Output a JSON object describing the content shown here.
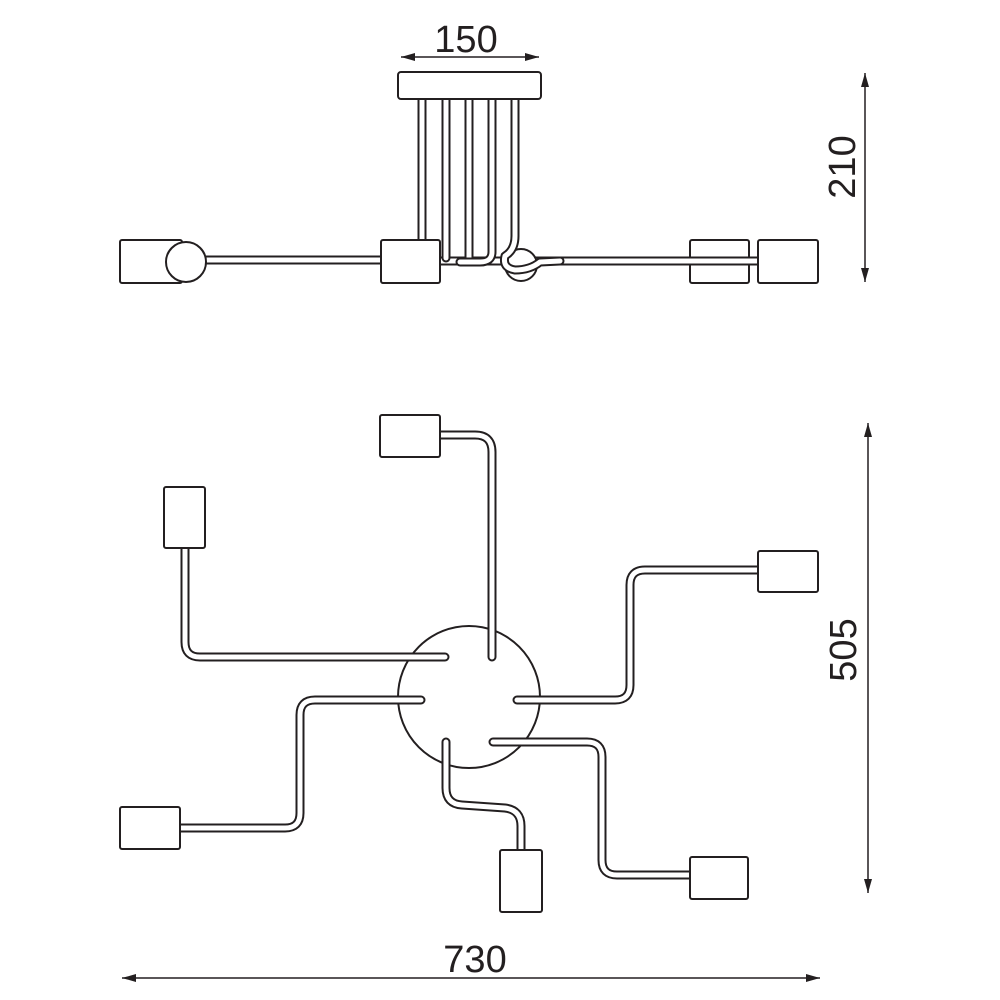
{
  "dimensions": {
    "canopy_width": "150",
    "height": "210",
    "depth": "505",
    "width": "730"
  }
}
